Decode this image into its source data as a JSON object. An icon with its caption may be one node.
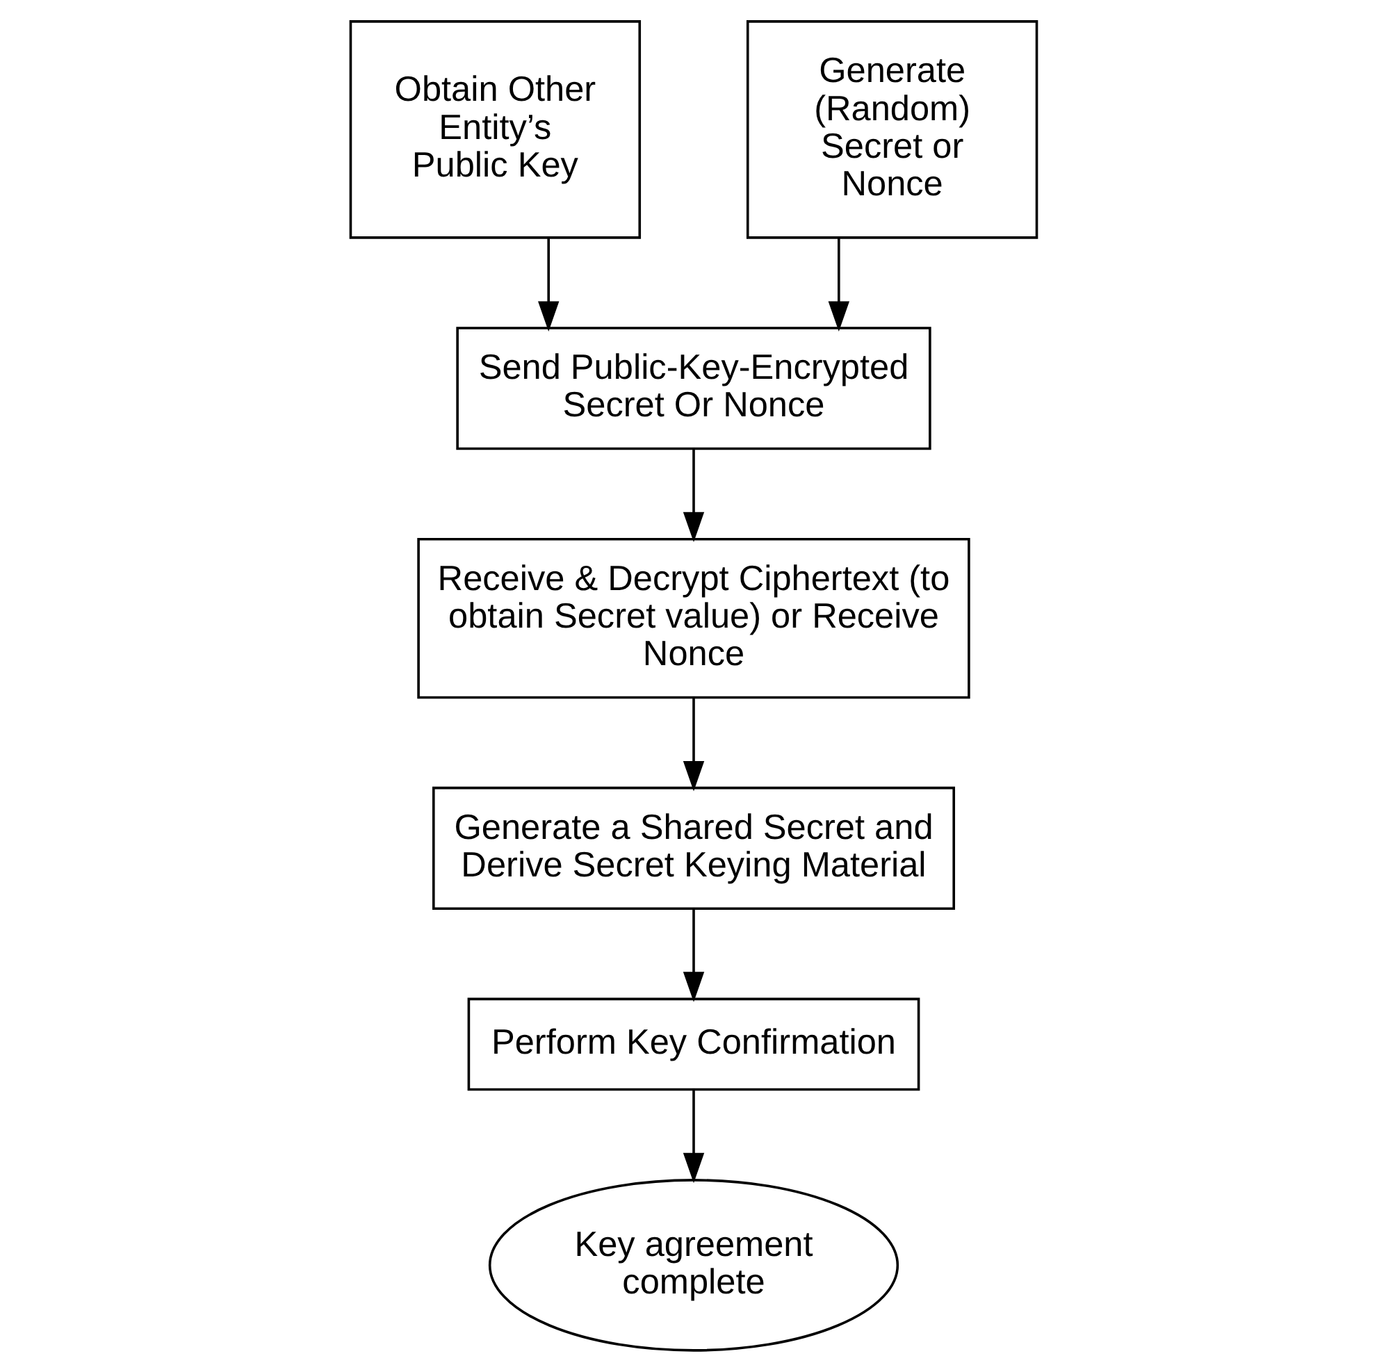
{
  "diagram": {
    "nodes": [
      {
        "text": [
          "Obtain Other Entity’s Public Key"
        ]
      },
      {
        "text": [
          "Generate (Random) Secret or Nonce"
        ]
      },
      {
        "text": [
          "Send Public-Key-Encrypted Secret Or Nonce"
        ]
      },
      {
        "text": [
          "Receive & Decrypt Ciphertext (to obtain Secret value) or Receive Nonce"
        ]
      },
      {
        "text": [
          "Generate a Shared Secret and Derive Secret Keying Material"
        ]
      },
      {
        "text": [
          "Perform Key Confirmation"
        ]
      },
      {
        "text": [
          "Key agreement complete"
        ]
      }
    ],
    "edges": [
      {
        "from": 0,
        "to": 2,
        "arrow": "to"
      },
      {
        "from": 1,
        "to": 2,
        "arrow": "to"
      },
      {
        "from": 2,
        "to": 3,
        "arrow": "to"
      },
      {
        "from": 3,
        "to": 4,
        "arrow": "to"
      },
      {
        "from": 4,
        "to": 5,
        "arrow": "to"
      },
      {
        "from": 5,
        "to": 6,
        "arrow": "to"
      }
    ]
  }
}
